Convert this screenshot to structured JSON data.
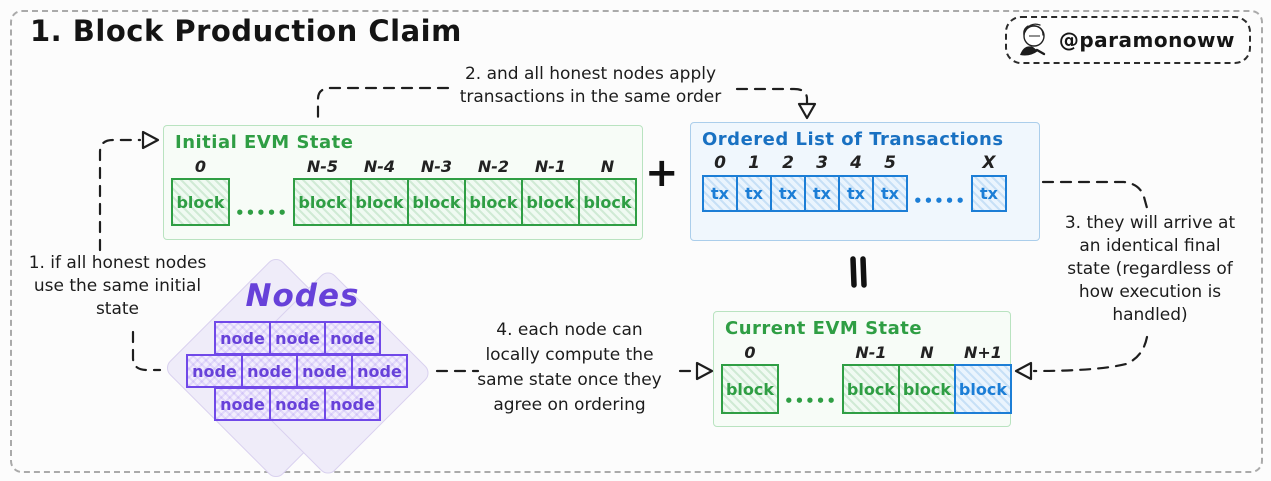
{
  "page": {
    "title": "1. Block Production Claim",
    "badge": {
      "handle": "@paramonoww"
    }
  },
  "annotations": {
    "a1": {
      "lines": [
        "1. if all honest nodes",
        "use the same initial",
        "state"
      ]
    },
    "a2": {
      "lines": [
        "2. and all honest nodes apply",
        "transactions in the same order"
      ]
    },
    "a3": {
      "lines": [
        "3. they will arrive at",
        "an identical final",
        "state (regardless of",
        "how execution is",
        "handled)"
      ]
    },
    "a4": {
      "lines": [
        "4. each node can",
        "locally compute the",
        "same state once they",
        "agree on ordering"
      ]
    }
  },
  "operators": {
    "plus": "+",
    "equals": "=",
    "dots": "•••••"
  },
  "panels": {
    "initial_evm_state": {
      "title": "Initial EVM State",
      "cells": [
        {
          "type": "block",
          "label": "0",
          "text": "block",
          "color": "green"
        },
        {
          "type": "dots",
          "color": "green"
        },
        {
          "type": "block",
          "label": "N-5",
          "text": "block",
          "color": "green"
        },
        {
          "type": "block",
          "label": "N-4",
          "text": "block",
          "color": "green",
          "joined": true
        },
        {
          "type": "block",
          "label": "N-3",
          "text": "block",
          "color": "green",
          "joined": true
        },
        {
          "type": "block",
          "label": "N-2",
          "text": "block",
          "color": "green",
          "joined": true
        },
        {
          "type": "block",
          "label": "N-1",
          "text": "block",
          "color": "green",
          "joined": true
        },
        {
          "type": "block",
          "label": "N",
          "text": "block",
          "color": "green",
          "joined": true
        }
      ]
    },
    "ordered_transactions": {
      "title": "Ordered List of Transactions",
      "cells": [
        {
          "type": "block",
          "label": "0",
          "text": "tx",
          "color": "blue"
        },
        {
          "type": "block",
          "label": "1",
          "text": "tx",
          "color": "blue",
          "joined": true
        },
        {
          "type": "block",
          "label": "2",
          "text": "tx",
          "color": "blue",
          "joined": true
        },
        {
          "type": "block",
          "label": "3",
          "text": "tx",
          "color": "blue",
          "joined": true
        },
        {
          "type": "block",
          "label": "4",
          "text": "tx",
          "color": "blue",
          "joined": true
        },
        {
          "type": "block",
          "label": "5",
          "text": "tx",
          "color": "blue",
          "joined": true
        },
        {
          "type": "dots",
          "color": "blue"
        },
        {
          "type": "block",
          "label": "X",
          "text": "tx",
          "color": "blue"
        }
      ]
    },
    "current_evm_state": {
      "title": "Current EVM State",
      "cells": [
        {
          "type": "block",
          "label": "0",
          "text": "block",
          "color": "green"
        },
        {
          "type": "dots",
          "color": "green"
        },
        {
          "type": "block",
          "label": "N-1",
          "text": "block",
          "color": "green"
        },
        {
          "type": "block",
          "label": "N",
          "text": "block",
          "color": "green",
          "joined": true
        },
        {
          "type": "block",
          "label": "N+1",
          "text": "block",
          "color": "blue",
          "joined": true
        }
      ]
    },
    "nodes": {
      "title": "Nodes",
      "rows": [
        [
          "node",
          "node",
          "node"
        ],
        [
          "node",
          "node",
          "node",
          "node"
        ],
        [
          "node",
          "node",
          "node"
        ]
      ]
    }
  },
  "colors": {
    "green": "#2f9e44",
    "blue": "#1c7ed6",
    "purple": "#6741d9",
    "ink": "#1e1e1e"
  }
}
